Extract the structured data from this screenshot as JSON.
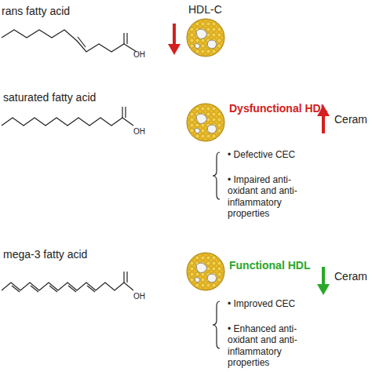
{
  "diagram": {
    "labels": [
      "rans fatty acid",
      "OH",
      "HDL-C",
      "saturated fatty acid",
      "OH",
      "Dysfunctional HDL",
      "• Defective CEC",
      "• Impaired anti-oxidant and anti-inflammatory properties",
      "Ceram",
      "mega-3 fatty acid",
      "OH",
      "Functional HDL",
      "• Improved CEC",
      "• Enhanced anti-oxidant and anti-inflammatory properties",
      "Ceram"
    ]
  }
}
